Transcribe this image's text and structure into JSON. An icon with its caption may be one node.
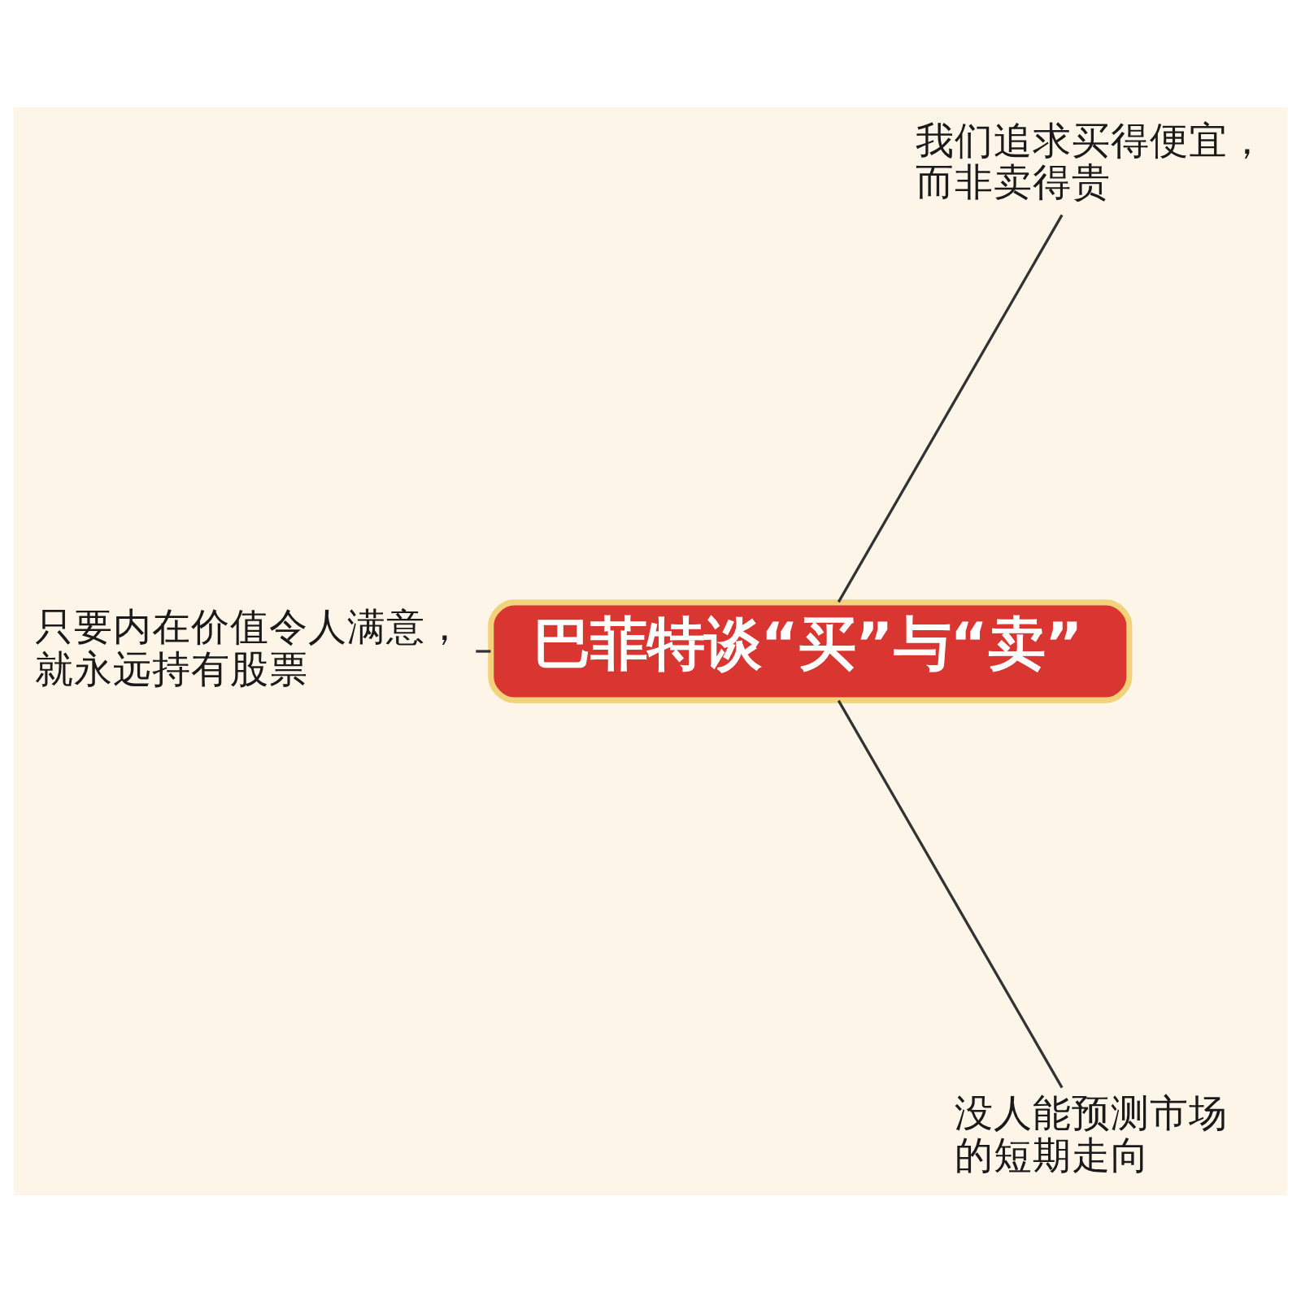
{
  "diagram": {
    "nodes": [
      {
        "text": [
          "我们追求买得便宜，而非卖得贵"
        ]
      },
      {
        "text": [
          "巴菲特谈“买”与“卖”"
        ]
      },
      {
        "text": [
          "只要内在价值令人满意，就永远持有股票"
        ]
      },
      {
        "text": [
          "没人能预测市场的短期走向"
        ]
      }
    ],
    "edges": [
      {
        "from": 1,
        "to": 0,
        "arrow": "none"
      },
      {
        "from": 1,
        "to": 2,
        "arrow": "none"
      },
      {
        "from": 1,
        "to": 3,
        "arrow": "none"
      }
    ]
  }
}
